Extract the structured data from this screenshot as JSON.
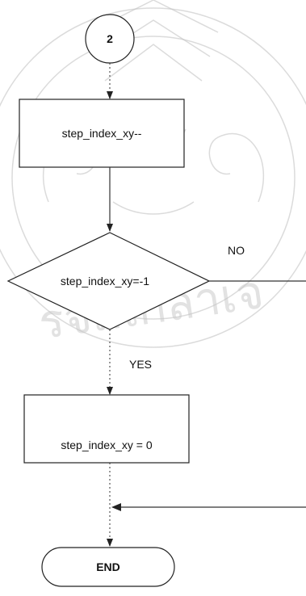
{
  "diagram": {
    "connector": {
      "label": "2"
    },
    "process_1": {
      "label": "step_index_xy--"
    },
    "decision": {
      "label": "step_index_xy=-1"
    },
    "branch_no": {
      "label": "NO"
    },
    "branch_yes": {
      "label": "YES"
    },
    "process_2": {
      "label": "step_index_xy = 0"
    },
    "terminator": {
      "label": "END"
    }
  },
  "watermark": {
    "text": "รจมเกล้าเจ"
  },
  "colors": {
    "line": "#333333",
    "shape_stroke": "#222222",
    "watermark": "#c7c7c7"
  }
}
